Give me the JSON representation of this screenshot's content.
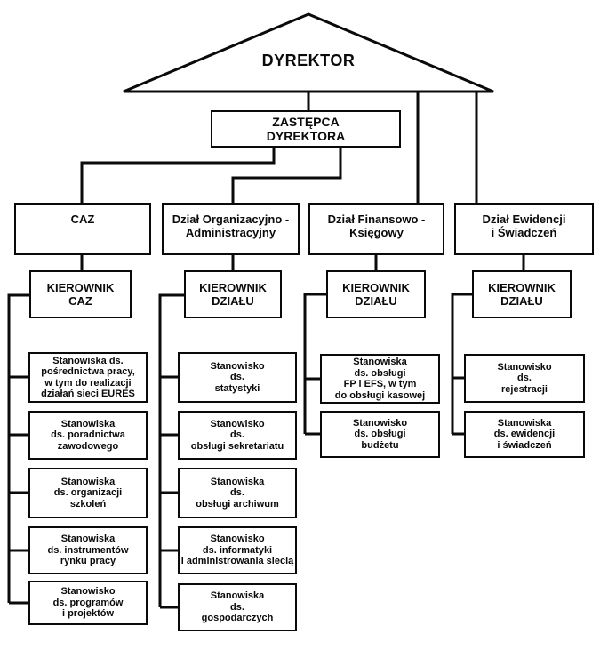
{
  "colors": {
    "line": "#0a0a0a",
    "background": "#ffffff",
    "text": "#0a0a0a"
  },
  "director": {
    "label": "DYREKTOR"
  },
  "deputy": {
    "lines": [
      "ZASTĘPCA",
      "DYREKTORA"
    ]
  },
  "departments": [
    {
      "label_lines": [
        "CAZ"
      ],
      "manager_lines": [
        "KIEROWNIK",
        "CAZ"
      ],
      "units": [
        {
          "lines": [
            "Stanowiska ds.",
            "pośrednictwa pracy,",
            "w tym do realizacji",
            "działań sieci EURES"
          ]
        },
        {
          "lines": [
            "Stanowiska",
            "ds. poradnictwa",
            "zawodowego"
          ]
        },
        {
          "lines": [
            "Stanowiska",
            "ds. organizacji",
            "szkoleń"
          ]
        },
        {
          "lines": [
            "Stanowiska",
            "ds. instrumentów",
            "rynku pracy"
          ]
        },
        {
          "lines": [
            "Stanowisko",
            "ds. programów",
            "i projektów"
          ]
        }
      ]
    },
    {
      "label_lines": [
        "Dział Organizacyjno -",
        "Administracyjny"
      ],
      "manager_lines": [
        "KIEROWNIK",
        "DZIAŁU"
      ],
      "units": [
        {
          "lines": [
            "Stanowisko",
            "ds.",
            "statystyki"
          ]
        },
        {
          "lines": [
            "Stanowisko",
            "ds.",
            "obsługi sekretariatu"
          ]
        },
        {
          "lines": [
            "Stanowiska",
            "ds.",
            "obsługi archiwum"
          ]
        },
        {
          "lines": [
            "Stanowisko",
            "ds. informatyki",
            "i administrowania siecią"
          ]
        },
        {
          "lines": [
            "Stanowiska",
            "ds.",
            "gospodarczych"
          ]
        }
      ]
    },
    {
      "label_lines": [
        "Dział Finansowo -",
        "Księgowy"
      ],
      "manager_lines": [
        "KIEROWNIK",
        "DZIAŁU"
      ],
      "units": [
        {
          "lines": [
            "Stanowiska",
            "ds. obsługi",
            "FP i EFS, w tym",
            "do obsługi kasowej"
          ]
        },
        {
          "lines": [
            "Stanowisko",
            "ds. obsługi",
            "budżetu"
          ]
        }
      ]
    },
    {
      "label_lines": [
        "Dział Ewidencji",
        "i Świadczeń"
      ],
      "manager_lines": [
        "KIEROWNIK",
        "DZIAŁU"
      ],
      "units": [
        {
          "lines": [
            "Stanowisko",
            "ds.",
            "rejestracji"
          ]
        },
        {
          "lines": [
            "Stanowiska",
            "ds. ewidencji",
            "i świadczeń"
          ]
        }
      ]
    }
  ]
}
